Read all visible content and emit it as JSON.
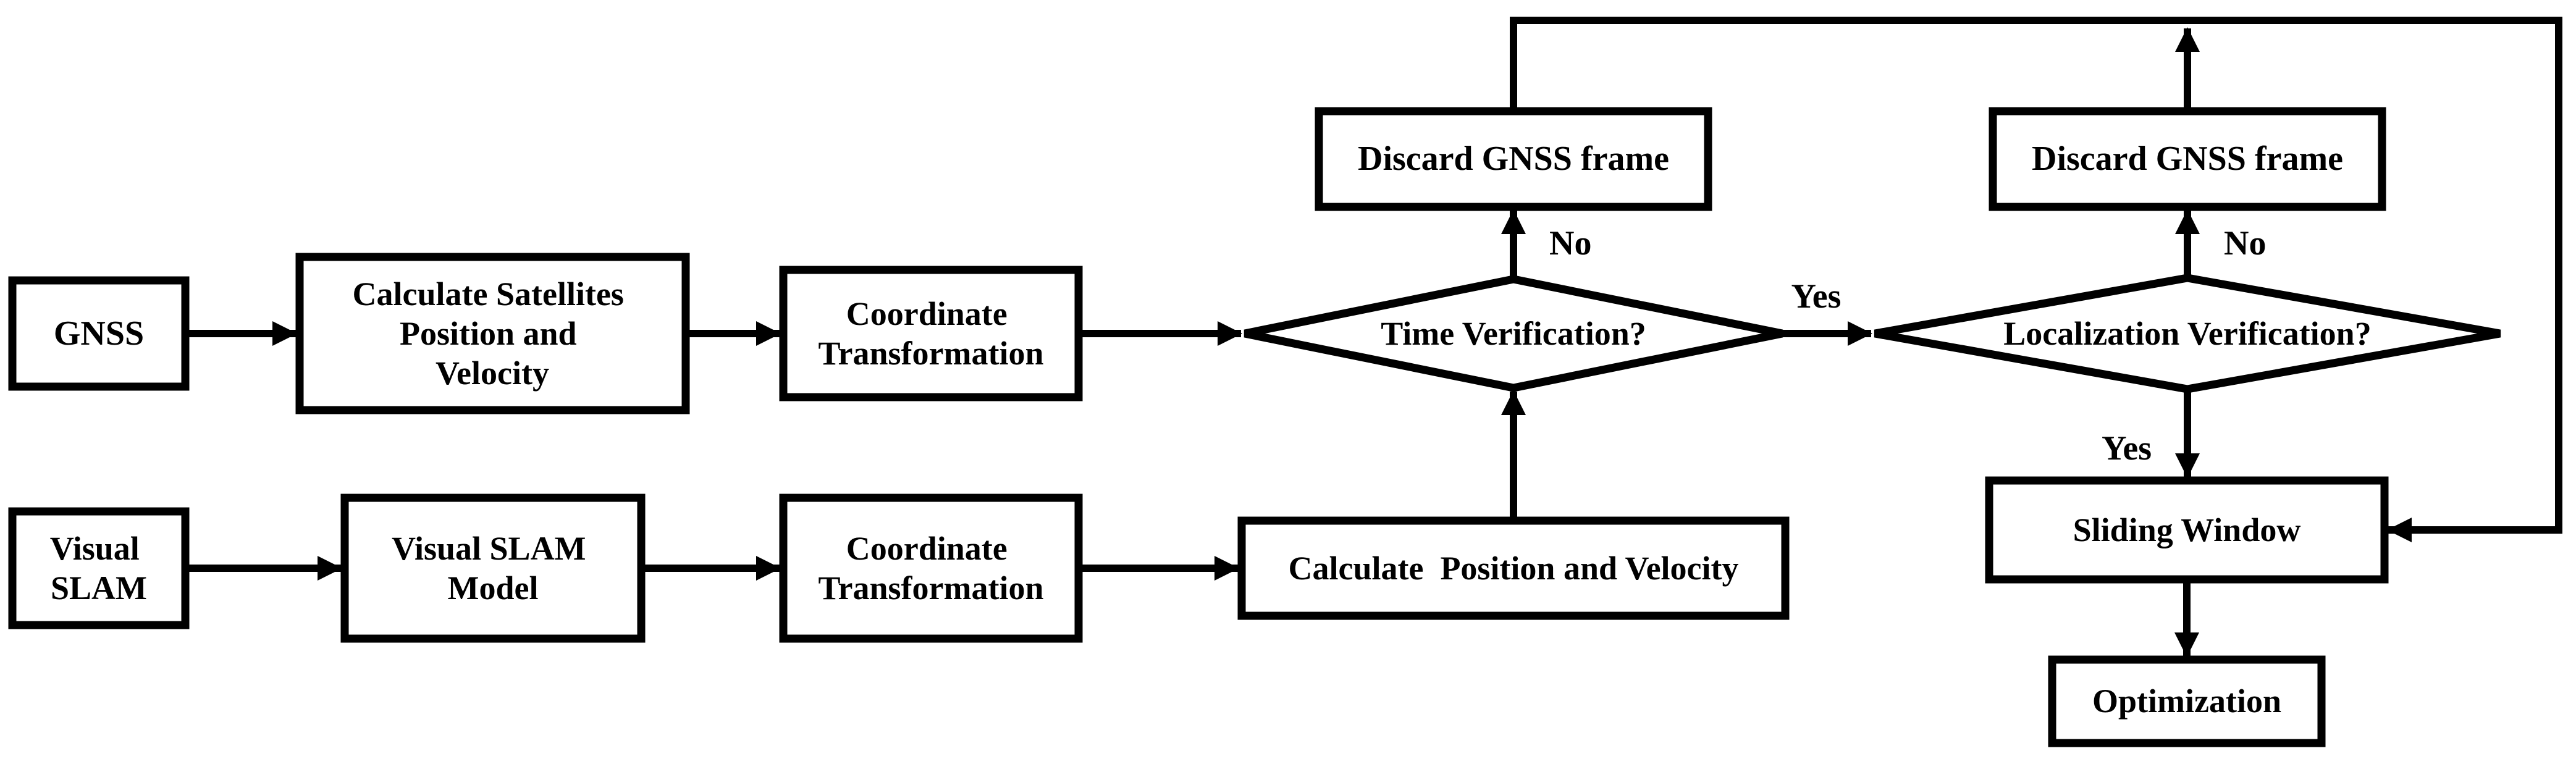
{
  "diagram_type": "flowchart",
  "colors": {
    "ink": "#000000",
    "background": "#ffffff"
  },
  "nodes": {
    "gnss": {
      "label": "GNSS"
    },
    "calc_satellites": {
      "lines": [
        "Calculate Satellites",
        "Position and",
        "Velocity"
      ]
    },
    "coord_transform_top": {
      "lines": [
        "Coordinate",
        "Transformation"
      ]
    },
    "visual_slam": {
      "lines": [
        "Visual",
        "SLAM"
      ]
    },
    "visual_slam_model": {
      "lines": [
        "Visual SLAM",
        "Model"
      ]
    },
    "coord_transform_bottom": {
      "lines": [
        "Coordinate",
        "Transformation"
      ]
    },
    "calc_position_velocity": {
      "label": "Calculate  Position and Velocity"
    },
    "time_verification": {
      "label": "Time Verification?"
    },
    "localization_verification": {
      "label": "Localization Verification?"
    },
    "discard_gnss_frame_left": {
      "label": "Discard GNSS frame"
    },
    "discard_gnss_frame_right": {
      "label": "Discard GNSS frame"
    },
    "sliding_window": {
      "label": "Sliding Window"
    },
    "optimization": {
      "label": "Optimization"
    }
  },
  "edge_labels": {
    "time_no": "No",
    "time_yes": "Yes",
    "localization_no": "No",
    "localization_yes": "Yes"
  }
}
